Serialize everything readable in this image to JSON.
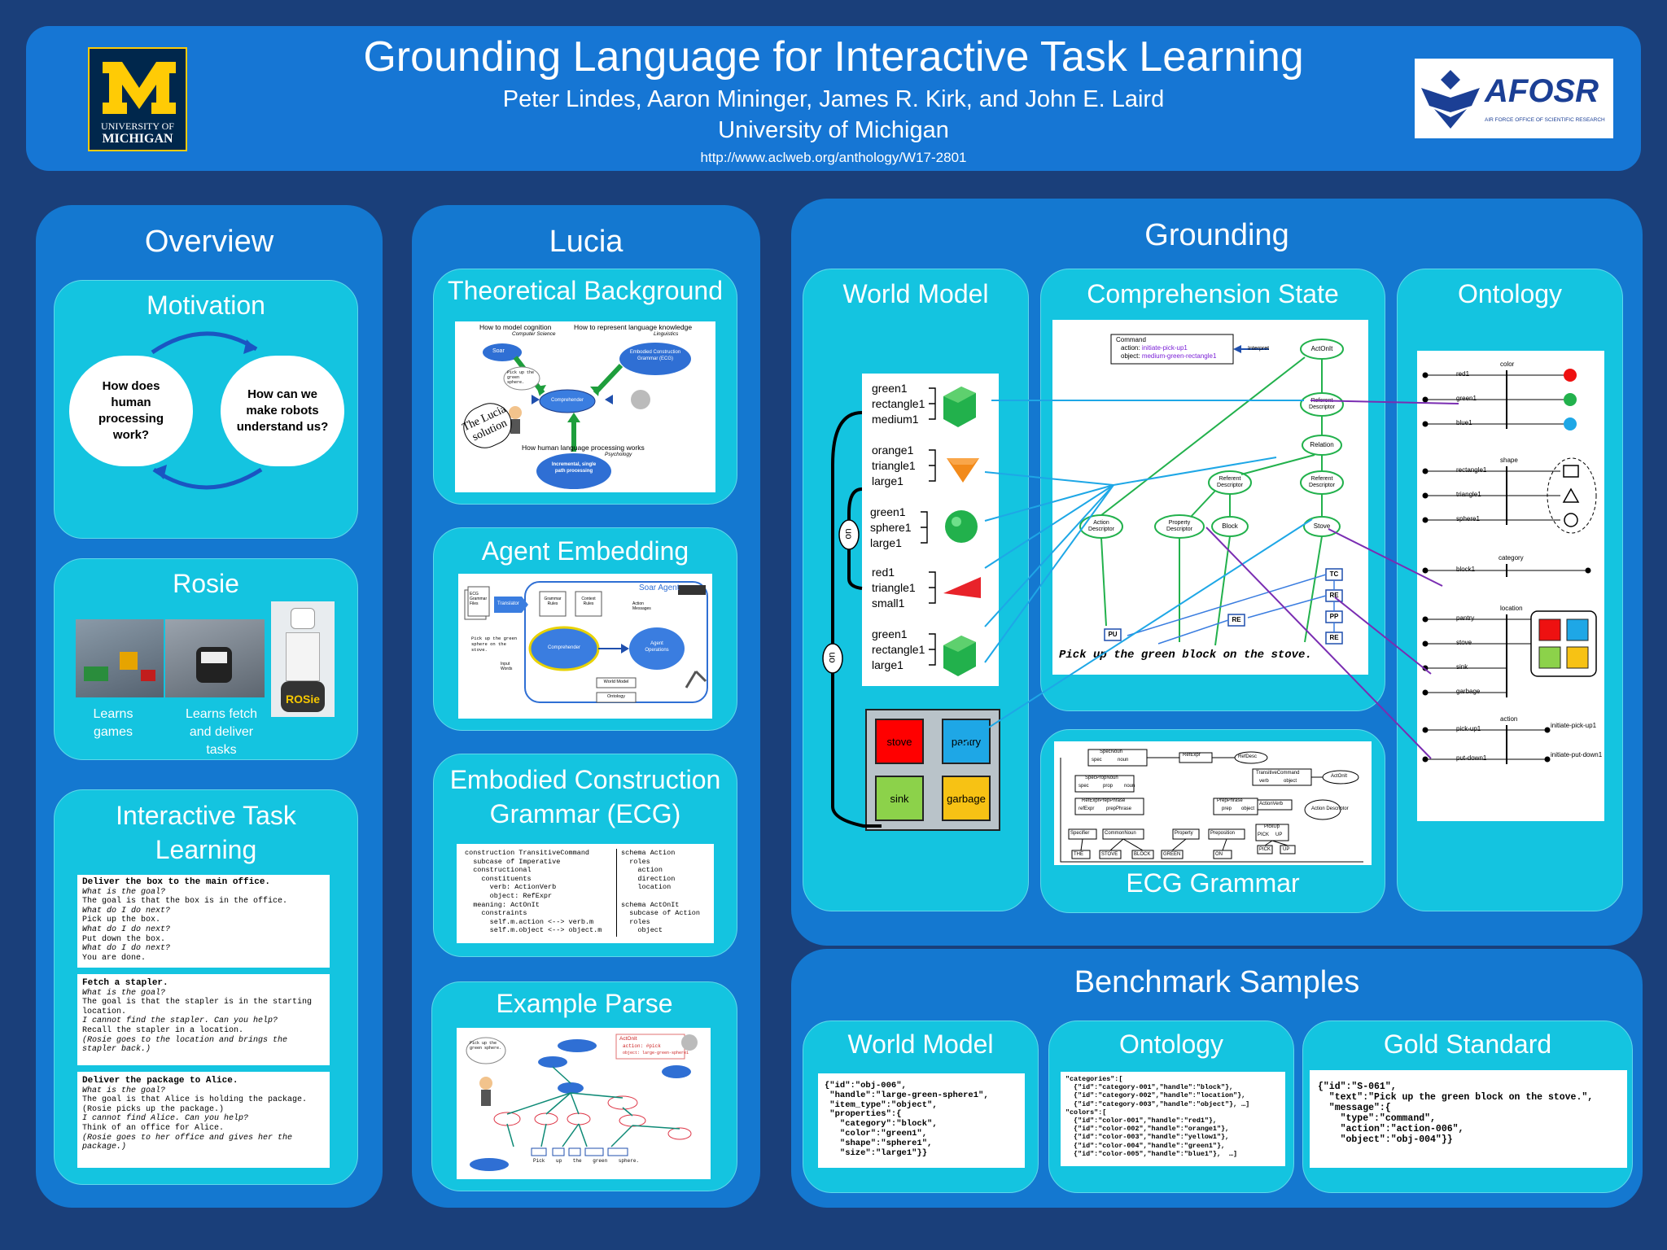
{
  "header": {
    "title": "Grounding Language for Interactive Task Learning",
    "authors": "Peter Lindes, Aaron Mininger, James R. Kirk, and John E. Laird",
    "affiliation": "University of Michigan",
    "url": "http://www.aclweb.org/anthology/W17-2801",
    "umich_logo_line1": "UNIVERSITY OF",
    "umich_logo_line2": "MICHIGAN",
    "afosr_logo": "AFOSR",
    "afosr_sub": "AIR FORCE OFFICE OF SCIENTIFIC RESEARCH"
  },
  "overview": {
    "title": "Overview",
    "motivation": {
      "title": "Motivation",
      "bubble_left": "How does human processing work?",
      "bubble_right": "How can we make robots understand us?"
    },
    "rosie": {
      "title": "Rosie",
      "caption_1": "Learns games",
      "caption_2": "Learns fetch and deliver tasks",
      "robot_label": "ROSie"
    },
    "itl": {
      "title": "Interactive Task Learning",
      "dialog1": [
        {
          "t": "Deliver the box to the main office.",
          "s": "b"
        },
        {
          "t": "What is the goal?",
          "s": "i"
        },
        {
          "t": "The goal is that the box is in the office.",
          "s": "n"
        },
        {
          "t": "What do I do next?",
          "s": "i"
        },
        {
          "t": "Pick up the box.",
          "s": "n"
        },
        {
          "t": "What do I do next?",
          "s": "i"
        },
        {
          "t": "Put down the box.",
          "s": "n"
        },
        {
          "t": "What do I do next?",
          "s": "i"
        },
        {
          "t": "You are done.",
          "s": "n"
        }
      ],
      "dialog2": [
        {
          "t": "Fetch a stapler.",
          "s": "b"
        },
        {
          "t": "What is the goal?",
          "s": "i"
        },
        {
          "t": "The goal is that the stapler is in the starting location.",
          "s": "n"
        },
        {
          "t": "I cannot find the stapler. Can you help?",
          "s": "i"
        },
        {
          "t": "Recall the stapler in a location.",
          "s": "n"
        },
        {
          "t": "(Rosie goes to the location and brings the stapler back.)",
          "s": "i"
        }
      ],
      "dialog3": [
        {
          "t": "Deliver the package to Alice.",
          "s": "b"
        },
        {
          "t": "What is the goal?",
          "s": "i"
        },
        {
          "t": "The goal is that Alice is holding the package.",
          "s": "n"
        },
        {
          "t": "(Rosie picks up the package.)",
          "s": "n"
        },
        {
          "t": "I cannot find Alice. Can you help?",
          "s": "i"
        },
        {
          "t": "Think of an office for Alice.",
          "s": "n"
        },
        {
          "t": "(Rosie goes to her office and gives her the package.)",
          "s": "i"
        }
      ]
    }
  },
  "lucia": {
    "title": "Lucia",
    "theory": {
      "title": "Theoretical Background",
      "q1": "How to model cognition",
      "q1_sub": "Computer Science",
      "q2": "How to represent language knowledge",
      "q2_sub": "Linguistics",
      "soar": "Soar",
      "ecg": "Embodied Construction Grammar (ECG)",
      "comprehender": "Comprehender",
      "q3": "How human language processing works",
      "q3_sub": "Psychology",
      "incremental": "Incremental, single path processing",
      "solution": "The Lucia solution",
      "pick": "Pick up the green sphere."
    },
    "agent": {
      "title": "Agent Embedding",
      "soar_agent": "Soar Agent",
      "ecg_files": "ECG Grammar Files",
      "translator": "Translator",
      "grammar_rules": "Grammar Rules",
      "context_rules": "Context Rules",
      "action_messages": "Action Messages",
      "comprehender": "Comprehender",
      "agent_ops": "Agent Operations",
      "world_model": "World Model",
      "ontology": "Ontology",
      "input": "Pick up the green sphere on the stove.",
      "input_words": "Input Words"
    },
    "ecg": {
      "title": "Embodied Construction Grammar (ECG)",
      "left": [
        "construction TransitiveCommand",
        "  subcase of Imperative",
        "  constructional",
        "    constituents",
        "      verb: ActionVerb",
        "      object: RefExpr",
        "  meaning: ActOnIt",
        "    constraints",
        "      self.m.action <--> verb.m",
        "      self.m.object <--> object.m"
      ],
      "right": [
        "schema Action",
        "  roles",
        "    action",
        "    direction",
        "    location",
        "",
        "schema ActOnIt",
        "  subcase of Action",
        "  roles",
        "    object"
      ]
    },
    "parse": {
      "title": "Example Parse",
      "input": "Pick up the green sphere.",
      "actonit": "ActOnIt",
      "action": "action: #pick",
      "object": "object: large-green-sphere1",
      "words": [
        "Pick",
        "up",
        "the",
        "green",
        "sphere."
      ]
    }
  },
  "grounding": {
    "title": "Grounding",
    "world_model": {
      "title": "World Model",
      "objects": [
        [
          "green1",
          "rectangle1",
          "medium1"
        ],
        [
          "orange1",
          "triangle1",
          "large1"
        ],
        [
          "green1",
          "sphere1",
          "large1"
        ],
        [
          "red1",
          "triangle1",
          "small1"
        ],
        [
          "green1",
          "rectangle1",
          "large1"
        ]
      ],
      "on": "on",
      "locations": [
        "stove",
        "pantry",
        "sink",
        "garbage"
      ]
    },
    "comprehension": {
      "title": "Comprehension State",
      "command_label": "Command",
      "command_action_key": "action:",
      "command_action": "initiate-pick-up1",
      "command_object_key": "object:",
      "command_object": "medium-green-rectangle1",
      "interpret": "Interpret",
      "nodes": [
        "ActOnIt",
        "Referent Descriptor",
        "Relation",
        "Referent Descriptor",
        "Referent Descriptor",
        "Action Descriptor",
        "Property Descriptor",
        "Block",
        "Stove"
      ],
      "boxes": [
        "TC",
        "RE",
        "PP",
        "RE",
        "RE",
        "PU"
      ],
      "sentence": "Pick up the green block on the stove."
    },
    "ecg_grammar": {
      "title": "ECG Grammar",
      "labels": [
        "SpecNoun",
        "spec",
        "noun",
        "RefExpr",
        "RefDesc",
        "TransitiveCommand",
        "verb",
        "object",
        "ActOnIt",
        "SpecPropNoun",
        "spec",
        "prop",
        "noun",
        "ActionVerb",
        "RefExprPrepPhrase",
        "refExpr",
        "prepPhrase",
        "PrepPhrase",
        "prep",
        "object",
        "Action Descriptor",
        "PickUp",
        "PICK",
        "UP",
        "Specifier",
        "CommonNoun",
        "Property",
        "Preposition",
        "THE",
        "STOVE",
        "BLOCK",
        "GREEN",
        "ON",
        "PICK",
        "UP"
      ]
    },
    "ontology": {
      "title": "Ontology",
      "color_label": "color",
      "colors": [
        "red1",
        "green1",
        "blue1"
      ],
      "shape_label": "shape",
      "shapes": [
        "rectangle1",
        "triangle1",
        "sphere1"
      ],
      "category_label": "category",
      "category": "block1",
      "location_label": "location",
      "locations": [
        "pantry",
        "stove",
        "sink",
        "garbage"
      ],
      "action_label": "action",
      "actions": [
        "pick-up1",
        "put-down1"
      ],
      "action_targets": [
        "initiate-pick-up1",
        "initiate-put-down1"
      ],
      "colors_hex": {
        "red": "#ee1111",
        "green": "#22b14c",
        "blue": "#1ea7e6"
      }
    }
  },
  "benchmark": {
    "title": "Benchmark Samples",
    "world_model": {
      "title": "World Model",
      "lines": [
        "{\"id\":\"obj-006\",",
        " \"handle\":\"large-green-sphere1\",",
        " \"item_type\":\"object\",",
        " \"properties\":{",
        "   \"category\":\"block\",",
        "   \"color\":\"green1\",",
        "   \"shape\":\"sphere1\",",
        "   \"size\":\"large1\"}}"
      ]
    },
    "ontology": {
      "title": "Ontology",
      "lines": [
        "\"categories\":[",
        "  {\"id\":\"category-001\",\"handle\":\"block\"},",
        "  {\"id\":\"category-002\",\"handle\":\"location\"},",
        "  {\"id\":\"category-003\",\"handle\":\"object\"}, …]",
        "\"colors\":[",
        "  {\"id\":\"color-001\",\"handle\":\"red1\"},",
        "  {\"id\":\"color-002\",\"handle\":\"orange1\"},",
        "  {\"id\":\"color-003\",\"handle\":\"yellow1\"},",
        "  {\"id\":\"color-004\",\"handle\":\"green1\"},",
        "  {\"id\":\"color-005\",\"handle\":\"blue1\"},  …]"
      ]
    },
    "gold": {
      "title": "Gold Standard",
      "lines": [
        "{\"id\":\"S-061\",",
        "  \"text\":\"Pick up the green block on the stove.\",",
        "  \"message\":{",
        "    \"type\":\"command\",",
        "    \"action\":\"action-006\",",
        "    \"object\":\"obj-004\"}}"
      ]
    }
  }
}
